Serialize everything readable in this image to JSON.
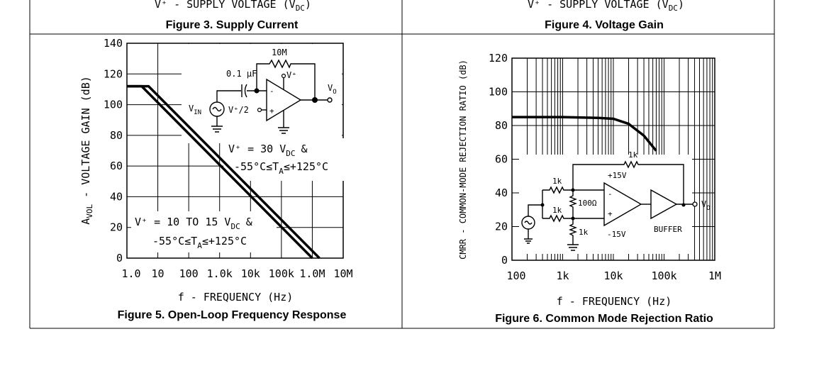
{
  "top_row": {
    "left_axis_label": "V⁺ - SUPPLY VOLTAGE (V",
    "left_axis_sub": "DC",
    "left_caption": "Figure 3. Supply Current",
    "right_axis_label": "V⁺ - SUPPLY VOLTAGE (V",
    "right_axis_sub": "DC",
    "right_caption": "Figure 4. Voltage Gain"
  },
  "fig5": {
    "caption": "Figure 5. Open-Loop Frequency Response",
    "xlabel": "f - FREQUENCY (Hz)",
    "ylabel_main": "A",
    "ylabel_sub": "VOL",
    "ylabel_rest": " - VOLTAGE GAIN (dB)",
    "annotations": {
      "r10m": "10M",
      "cap": "0.1 μF",
      "vplus": "V⁺",
      "vin": "V",
      "vin_sub": "IN",
      "half": "V⁺/2",
      "vo": "V",
      "vo_sub": "O",
      "cond1_a": "V⁺ = 30 V",
      "cond1_sub": "DC",
      "cond1_amp": "&",
      "cond1_b": "-55°C≤T",
      "cond1_b_sub": "A",
      "cond1_c": "≤+125°C",
      "cond2_a": "V⁺ = 10 TO 15 V",
      "cond2_sub": "DC",
      "cond2_amp": "&",
      "cond2_b": "-55°C≤T",
      "cond2_b_sub": "A",
      "cond2_c": "≤+125°C"
    }
  },
  "fig6": {
    "caption": "Figure 6. Common Mode Rejection Ratio",
    "xlabel": "f - FREQUENCY (Hz)",
    "ylabel": "CMRR - COMMON-MODE REJECTION RATIO (dB)",
    "annotations": {
      "r1k_top": "1k",
      "plus15": "+15V",
      "r1k_a": "1k",
      "r1k_b": "1k",
      "r100": "100Ω",
      "r1k_c": "1k",
      "minus15": "-15V",
      "buffer": "BUFFER",
      "vo": "V",
      "vo_sub": "O"
    }
  },
  "chart_data": [
    {
      "type": "line",
      "title": "Figure 5. Open-Loop Frequency Response",
      "xlabel": "f - FREQUENCY (Hz)",
      "ylabel": "AVOL - VOLTAGE GAIN (dB)",
      "x_scale": "log",
      "x_tick_labels": [
        "1.0",
        "10",
        "100",
        "1.0k",
        "10k",
        "100k",
        "1.0M",
        "10M"
      ],
      "x_ticks": [
        1,
        10,
        100,
        1000,
        10000,
        100000,
        1000000,
        10000000
      ],
      "xlim": [
        1,
        10000000
      ],
      "y_ticks": [
        0,
        20,
        40,
        60,
        80,
        100,
        120,
        140
      ],
      "ylim": [
        0,
        140
      ],
      "grid": true,
      "series": [
        {
          "x": [
            1,
            3,
            1000000
          ],
          "y": [
            112,
            112,
            0
          ]
        },
        {
          "x": [
            1,
            5,
            1700000
          ],
          "y": [
            112,
            112,
            0
          ]
        }
      ]
    },
    {
      "type": "line",
      "title": "Figure 6. Common Mode Rejection Ratio",
      "xlabel": "f - FREQUENCY (Hz)",
      "ylabel": "CMRR - COMMON-MODE REJECTION RATIO (dB)",
      "x_scale": "log",
      "x_tick_labels": [
        "100",
        "1k",
        "10k",
        "100k",
        "1M"
      ],
      "x_ticks": [
        100,
        1000,
        10000,
        100000,
        1000000
      ],
      "xlim": [
        100,
        1000000
      ],
      "y_ticks": [
        0,
        20,
        40,
        60,
        80,
        100,
        120
      ],
      "ylim": [
        0,
        120
      ],
      "grid": true,
      "series": [
        {
          "x": [
            100,
            1000,
            5000,
            10000,
            20000,
            40000,
            70000
          ],
          "y": [
            85,
            85,
            84.5,
            84,
            81,
            74,
            65
          ]
        }
      ]
    }
  ]
}
